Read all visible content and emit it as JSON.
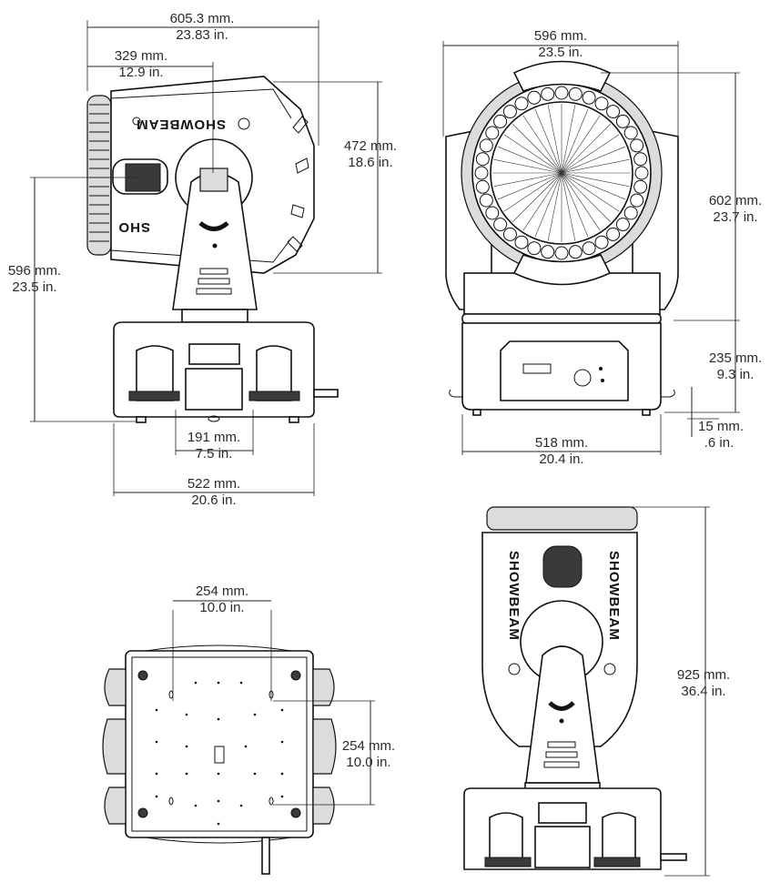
{
  "brand": {
    "logo_text": "SHOWBEAM"
  },
  "views": {
    "side": {
      "overall_width": {
        "mm": "605.3 mm.",
        "in": "23.83 in."
      },
      "axis_offset": {
        "mm": "329 mm.",
        "in": "12.9 in."
      },
      "head_height": {
        "mm": "472 mm.",
        "in": "18.6 in."
      },
      "tilt_height": {
        "mm": "596 mm.",
        "in": "23.5 in."
      },
      "yoke_width": {
        "mm": "191 mm.",
        "in": "7.5 in."
      },
      "base_width": {
        "mm": "522 mm.",
        "in": "20.6 in."
      }
    },
    "front": {
      "head_width": {
        "mm": "596 mm.",
        "in": "23.5 in."
      },
      "head_height": {
        "mm": "602 mm.",
        "in": "23.7 in."
      },
      "base_height": {
        "mm": "235 mm.",
        "in": "9.3 in."
      },
      "feet_height": {
        "mm": "15 mm.",
        "in": ".6 in."
      },
      "base_width": {
        "mm": "518 mm.",
        "in": "20.4 in."
      }
    },
    "bottom": {
      "hole_spacing_x": {
        "mm": "254 mm.",
        "in": "10.0 in."
      },
      "hole_spacing_y": {
        "mm": "254 mm.",
        "in": "10.0 in."
      }
    },
    "tilted": {
      "overall_height": {
        "mm": "925 mm.",
        "in": "36.4 in."
      }
    }
  }
}
